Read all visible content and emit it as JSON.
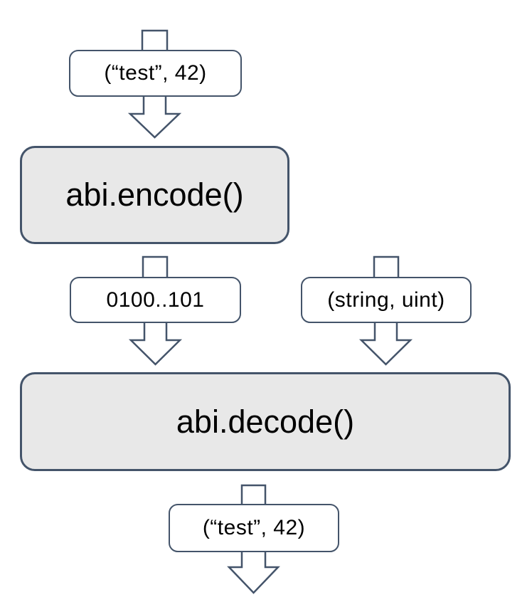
{
  "diagram": {
    "description": "ABI encode/decode flow diagram",
    "colors": {
      "background": "#FFFFFF",
      "outline": "#44546A",
      "process_fill": "#E8E8E8",
      "label_fill": "#FFFFFF",
      "text": "#000000"
    },
    "nodes": {
      "input": {
        "label": "(“test”, 42)"
      },
      "encode": {
        "label": "abi.encode()"
      },
      "encoded": {
        "label": "0100..101"
      },
      "types": {
        "label": "(string, uint)"
      },
      "decode": {
        "label": "abi.decode()"
      },
      "output": {
        "label": "(“test”, 42)"
      }
    }
  }
}
